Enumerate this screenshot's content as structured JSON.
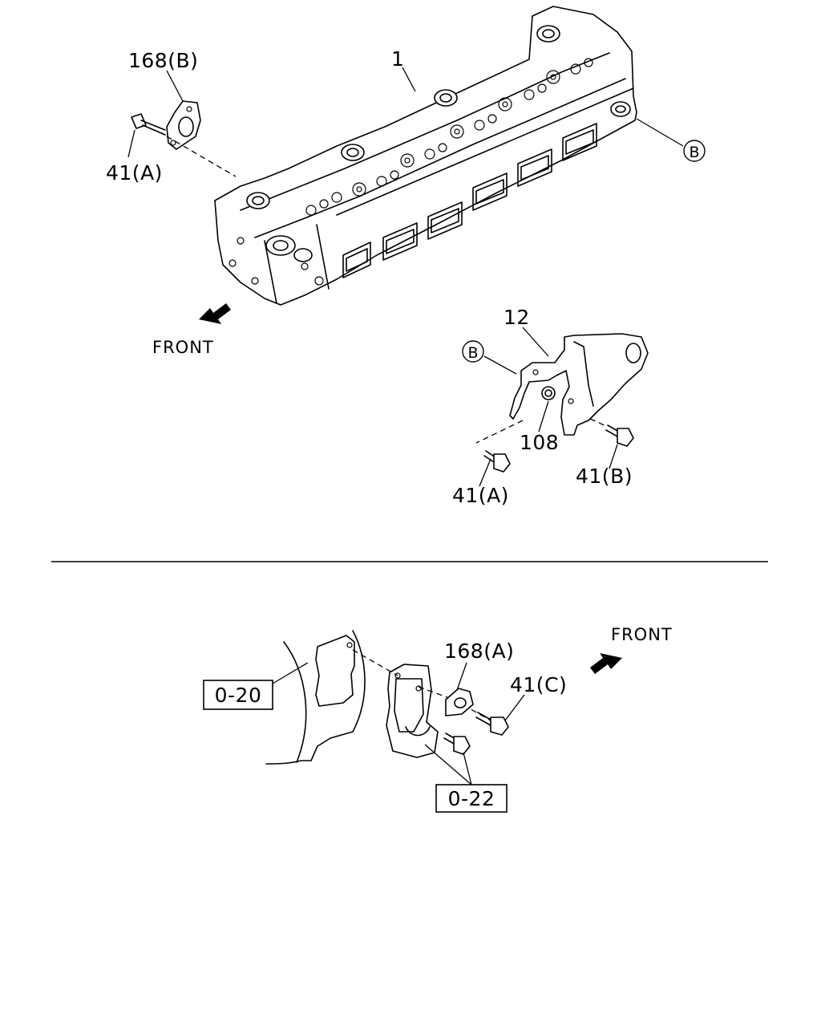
{
  "upper_view": {
    "part_1": "1",
    "part_168b": "168(B)",
    "part_41a_top": "41(A)",
    "ref_b_top": "B",
    "front_label": "FRONT",
    "part_12": "12",
    "ref_b_bracket": "B",
    "part_108": "108",
    "part_41a_bracket": "41(A)",
    "part_41b": "41(B)"
  },
  "lower_view": {
    "part_168a": "168(A)",
    "part_41c": "41(C)",
    "front_label": "FRONT",
    "ref_020": "0-20",
    "ref_022": "0-22"
  }
}
